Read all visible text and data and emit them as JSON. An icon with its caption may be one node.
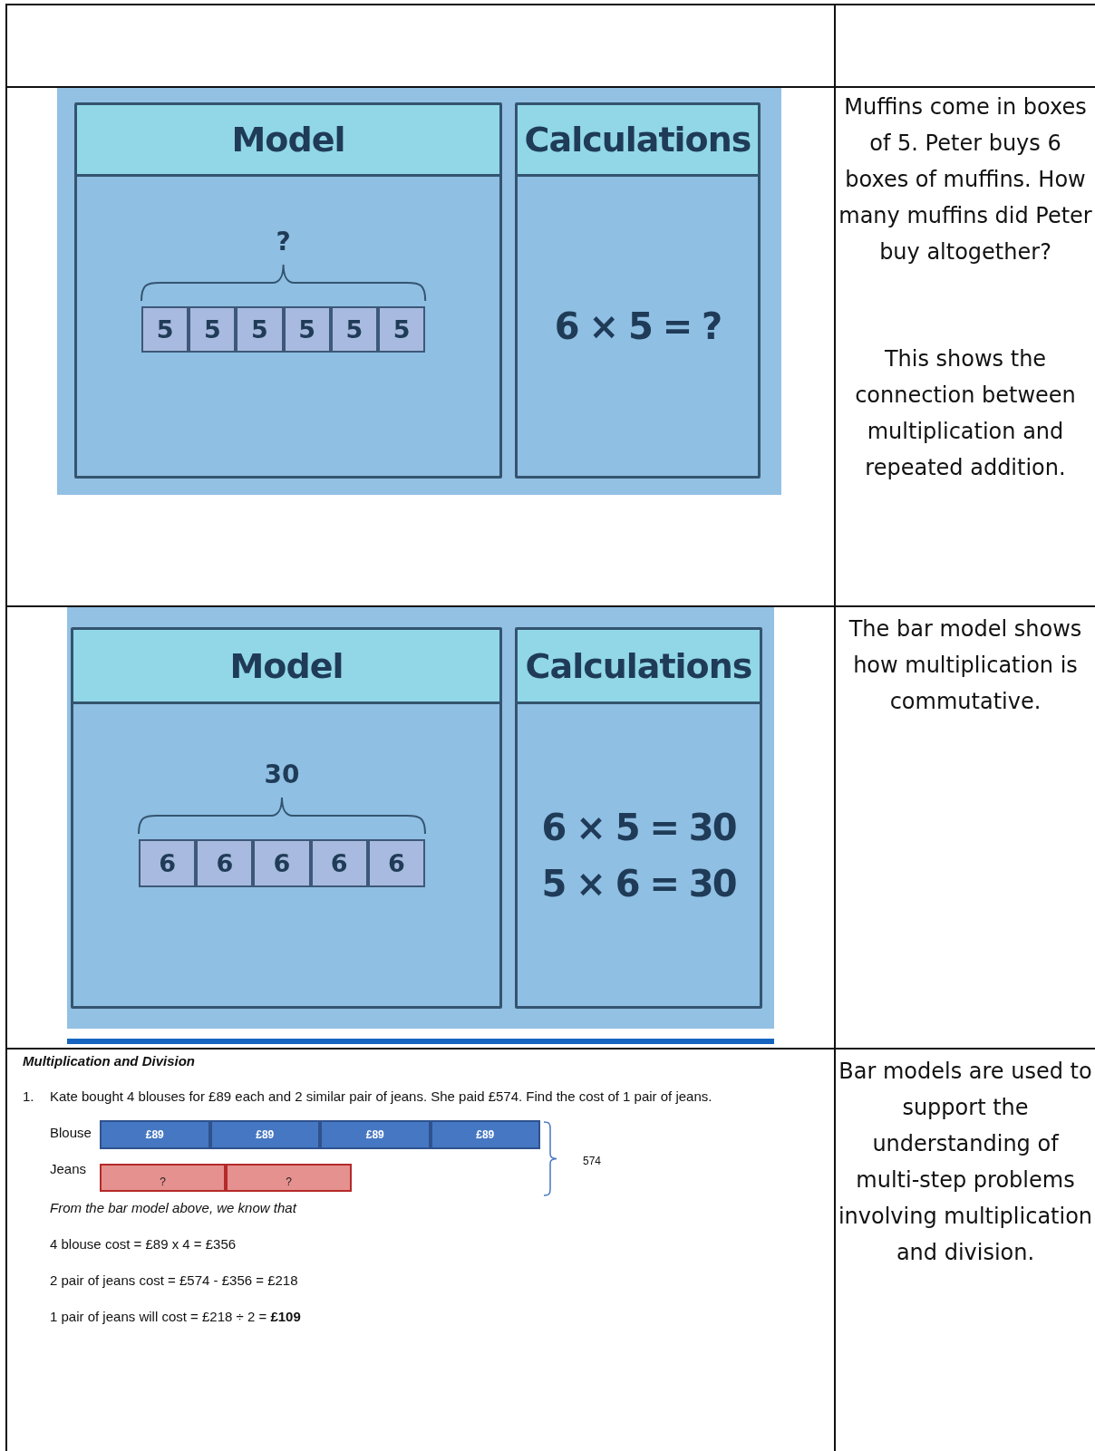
{
  "diagram": {
    "nodes": [
      {
        "text": [
          "Model",
          "?"
        ]
      },
      {
        "text": [
          "5"
        ],
        "in": 0
      },
      {
        "text": [
          "5"
        ],
        "in": 0
      },
      {
        "text": [
          "5"
        ],
        "in": 0
      },
      {
        "text": [
          "5"
        ],
        "in": 0
      },
      {
        "text": [
          "5"
        ],
        "in": 0
      },
      {
        "text": [
          "5"
        ],
        "in": 0
      },
      {
        "text": [
          "Calculations",
          "6 × 5 = ?"
        ]
      },
      {
        "text": [
          "Model",
          "30"
        ]
      },
      {
        "text": [
          "6"
        ],
        "in": 8
      },
      {
        "text": [
          "6"
        ],
        "in": 8
      },
      {
        "text": [
          "6"
        ],
        "in": 8
      },
      {
        "text": [
          "6"
        ],
        "in": 8
      },
      {
        "text": [
          "6"
        ],
        "in": 8
      },
      {
        "text": [
          "Calculations",
          "6 × 5 = 30",
          "5 × 6 = 30"
        ]
      },
      {
        "text": [
          "£89"
        ]
      },
      {
        "text": [
          "£89"
        ]
      },
      {
        "text": [
          "£89"
        ]
      },
      {
        "text": [
          "£89"
        ]
      },
      {
        "text": [
          "?"
        ]
      },
      {
        "text": [
          "?"
        ]
      }
    ],
    "labels": [
      "Muffins come in boxes of 5. Peter buys 6 boxes of muffins. How many muffins did Peter buy altogether?",
      "This shows the connection between multiplication and repeated addition.",
      "The bar model shows how multiplication is commutative.",
      "Multiplication and Division",
      "1.",
      "Kate bought 4 blouses for £89 each and 2 similar pair of jeans. She paid £574. Find the cost of 1 pair of jeans.",
      "Blouse",
      "Jeans",
      "574",
      "From the bar model above, we know that",
      "4 blouse cost = £89 x 4 = £356",
      "2 pair of jeans cost = £574 - £356 = £218",
      "1 pair of jeans will cost = £218 ÷ 2 = **£109**",
      "Bar models are used to support the understanding of multi-step problems involving multiplication and division."
    ]
  }
}
